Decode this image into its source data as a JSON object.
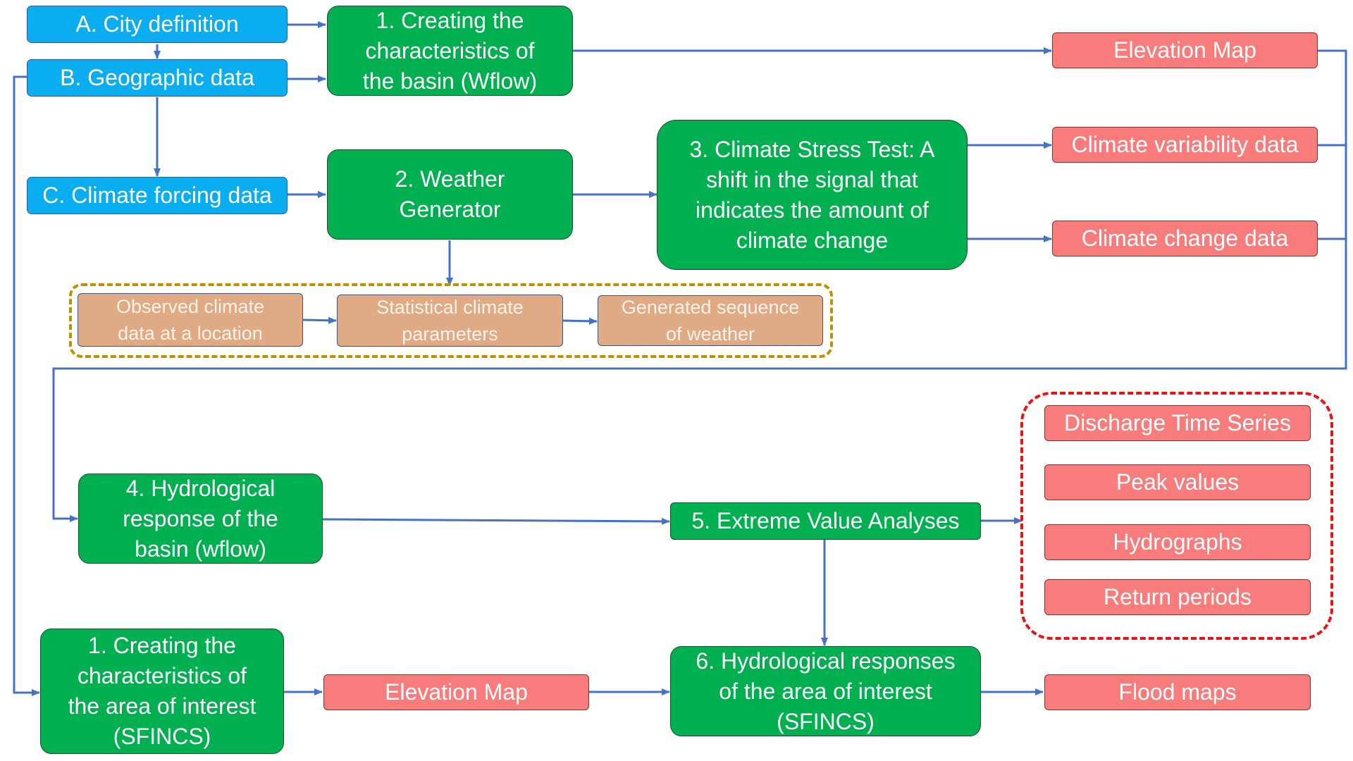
{
  "inputs": {
    "city_definition": "A. City definition",
    "geographic_data": "B. Geographic data",
    "climate_forcing": "C. Climate forcing data"
  },
  "steps": {
    "basin_characteristics": [
      "1. Creating the",
      "characteristics of",
      "the basin (Wflow)"
    ],
    "weather_generator": [
      "2. Weather",
      "Generator"
    ],
    "stress_test": [
      "3. Climate Stress Test: A",
      "shift in the signal that",
      "indicates the amount of",
      "climate change"
    ],
    "hydrological_basin": [
      "4. Hydrological",
      "response of the",
      "basin (wflow)"
    ],
    "extreme_value": "5. Extreme Value Analyses",
    "hydrological_area": [
      "6. Hydrological responses",
      "of the area of interest",
      "(SFINCS)"
    ],
    "area_characteristics": [
      "1. Creating the",
      "characteristics of",
      "the area of interest",
      "(SFINCS)"
    ]
  },
  "generator_substeps": {
    "observed": [
      "Observed climate",
      "data at a location"
    ],
    "statistical": [
      "Statistical climate",
      "parameters"
    ],
    "generated": [
      "Generated sequence",
      "of weather"
    ]
  },
  "outputs": {
    "elevation_map_basin": "Elevation Map",
    "climate_variability": "Climate variability data",
    "climate_change": "Climate change data",
    "discharge_time_series": "Discharge Time Series",
    "peak_values": "Peak values",
    "hydrographs": "Hydrographs",
    "return_periods": "Return periods",
    "elevation_map_area": "Elevation Map",
    "flood_maps": "Flood maps"
  },
  "colors": {
    "input_fill": "#0aaef0",
    "process_fill": "#00b050",
    "output_fill": "#f87c7c",
    "substep_fill": "#e0aa84",
    "connector": "#4472c4",
    "group_gold": "#bf9000",
    "group_red": "#ee1111"
  }
}
